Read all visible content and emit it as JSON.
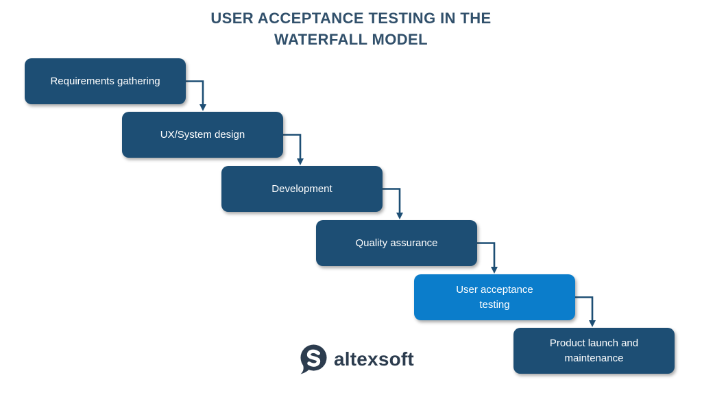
{
  "title": {
    "line1": "USER ACCEPTANCE TESTING IN THE",
    "line2": "WATERFALL MODEL"
  },
  "steps": [
    {
      "label": "Requirements gathering",
      "highlighted": false
    },
    {
      "label": "UX/System design",
      "highlighted": false
    },
    {
      "label": "Development",
      "highlighted": false
    },
    {
      "label": "Quality assurance",
      "highlighted": false
    },
    {
      "label": "User acceptance\ntesting",
      "highlighted": true
    },
    {
      "label": "Product launch and\nmaintenance",
      "highlighted": false
    }
  ],
  "logo": {
    "text": "altexsoft",
    "mark_icon": "altexsoft-speech-bubble-s"
  },
  "colors": {
    "background": "#ffffff",
    "box": "#1d4e74",
    "box_highlight": "#0b7dcb",
    "box_text": "#ffffff",
    "arrow": "#1d4e74",
    "title_text": "#31506b",
    "logo_text": "#2c3c4e",
    "logo_mark": "#2c3c4e"
  }
}
